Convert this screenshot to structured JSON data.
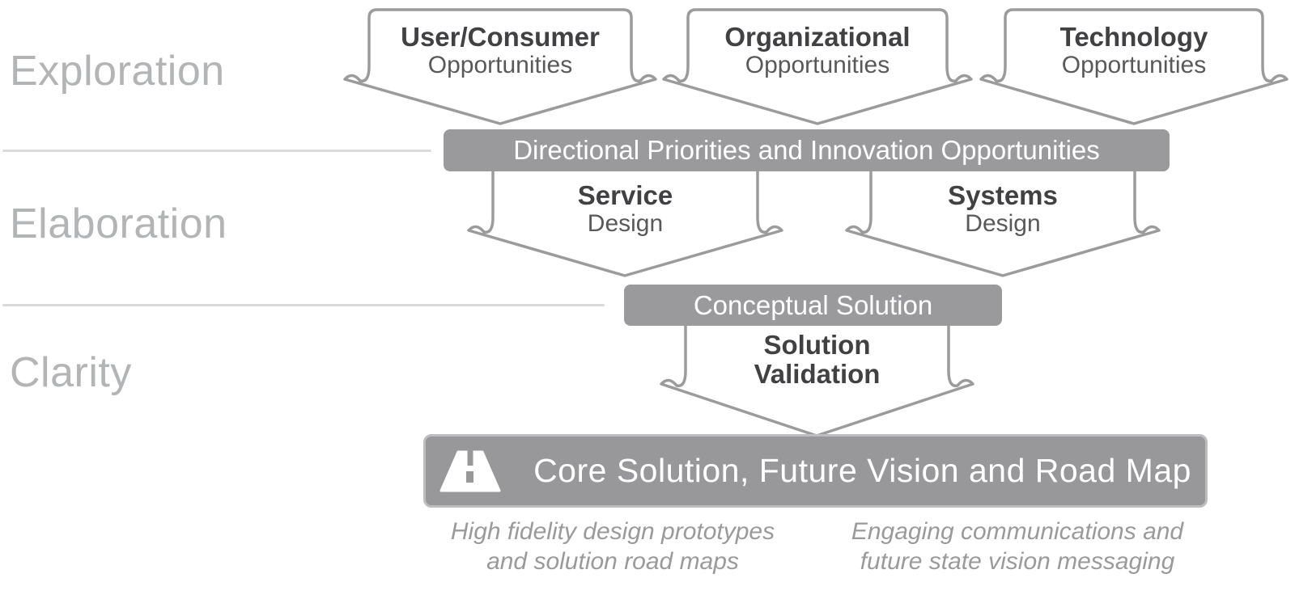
{
  "phase_labels": [
    "Exploration",
    "Elaboration",
    "Clarity"
  ],
  "exploration_arrows": [
    {
      "title": "User/Consumer",
      "subtitle": "Opportunities"
    },
    {
      "title": "Organizational",
      "subtitle": "Opportunities"
    },
    {
      "title": "Technology",
      "subtitle": "Opportunities"
    }
  ],
  "priorities_bar": {
    "label": "Directional Priorities and Innovation Opportunities"
  },
  "elaboration_arrows": [
    {
      "title": "Service",
      "subtitle": "Design"
    },
    {
      "title": "Systems",
      "subtitle": "Design"
    }
  ],
  "conceptual_bar": {
    "label": "Conceptual Solution"
  },
  "validation_arrow": {
    "line1": "Solution",
    "line2": "Validation"
  },
  "core_bar": {
    "icon": "road-icon",
    "label": "Core Solution, Future Vision and Road Map"
  },
  "captions": [
    {
      "line1": "High fidelity design prototypes",
      "line2": "and solution road maps"
    },
    {
      "line1": "Engaging communications and",
      "line2": "future state vision messaging"
    }
  ],
  "colors": {
    "bar": "#9a9a9c",
    "core_bar": "#98989a",
    "core_bar_border": "#bdbdbf",
    "arrow_outline": "#9b9b9b",
    "arrow_title_text": "#414042",
    "arrow_subtitle_text": "#59595b",
    "phase_label_text": "#b2b4b6",
    "divider_line": "#d9dadb",
    "bar_text": "#ffffff",
    "caption_text": "#9a9a9c"
  }
}
